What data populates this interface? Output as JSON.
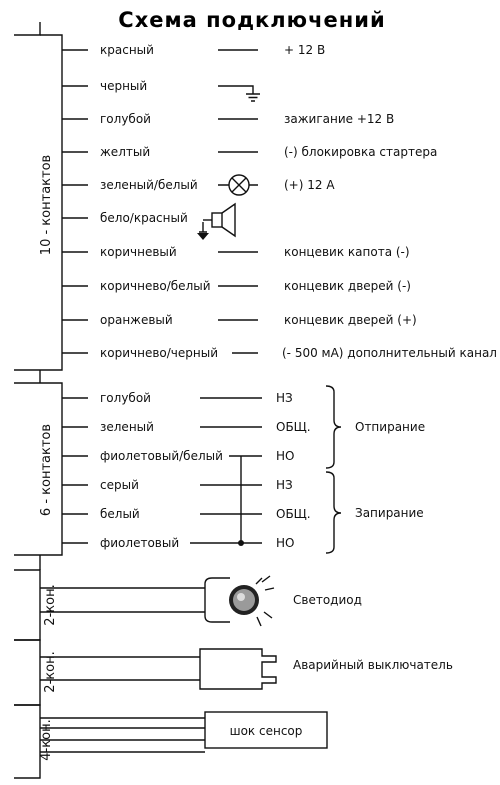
{
  "title": "Схема подключений",
  "connectors": [
    {
      "label": "10 - контактов"
    },
    {
      "label": "6 - контактов"
    },
    {
      "label": "2-кон."
    },
    {
      "label": "2-кон."
    },
    {
      "label": "4-кон."
    }
  ],
  "wires10": [
    {
      "color": "красный",
      "function": "+ 12 В"
    },
    {
      "color": "черный",
      "function": ""
    },
    {
      "color": "голубой",
      "function": "зажигание +12 В"
    },
    {
      "color": "желтый",
      "function": "(-) блокировка стартера"
    },
    {
      "color": "зеленый/белый",
      "function": "(+) 12 А"
    },
    {
      "color": "бело/красный",
      "function": ""
    },
    {
      "color": "коричневый",
      "function": "концевик капота (-)"
    },
    {
      "color": "коричнево/белый",
      "function": "концевик дверей (-)"
    },
    {
      "color": "оранжевый",
      "function": "концевик дверей (+)"
    },
    {
      "color": "коричнево/черный",
      "function": "(- 500 мА) дополнительный канал"
    }
  ],
  "wires6": [
    {
      "color": "голубой",
      "contact": "НЗ"
    },
    {
      "color": "зеленый",
      "contact": "ОБЩ."
    },
    {
      "color": "фиолетовый/белый",
      "contact": "НО"
    },
    {
      "color": "серый",
      "contact": "НЗ"
    },
    {
      "color": "белый",
      "contact": "ОБЩ."
    },
    {
      "color": "фиолетовый",
      "contact": "НО"
    }
  ],
  "groups6": [
    {
      "label": "Отпирание"
    },
    {
      "label": "Запирание"
    }
  ],
  "devices": [
    {
      "label": "Светодиод"
    },
    {
      "label": "Аварийный выключатель"
    },
    {
      "label": "шок сенсор"
    }
  ],
  "icons": [
    "ground-icon",
    "lamp-icon",
    "speaker-icon",
    "led-icon",
    "switch-plug-icon",
    "sensor-box-icon"
  ]
}
